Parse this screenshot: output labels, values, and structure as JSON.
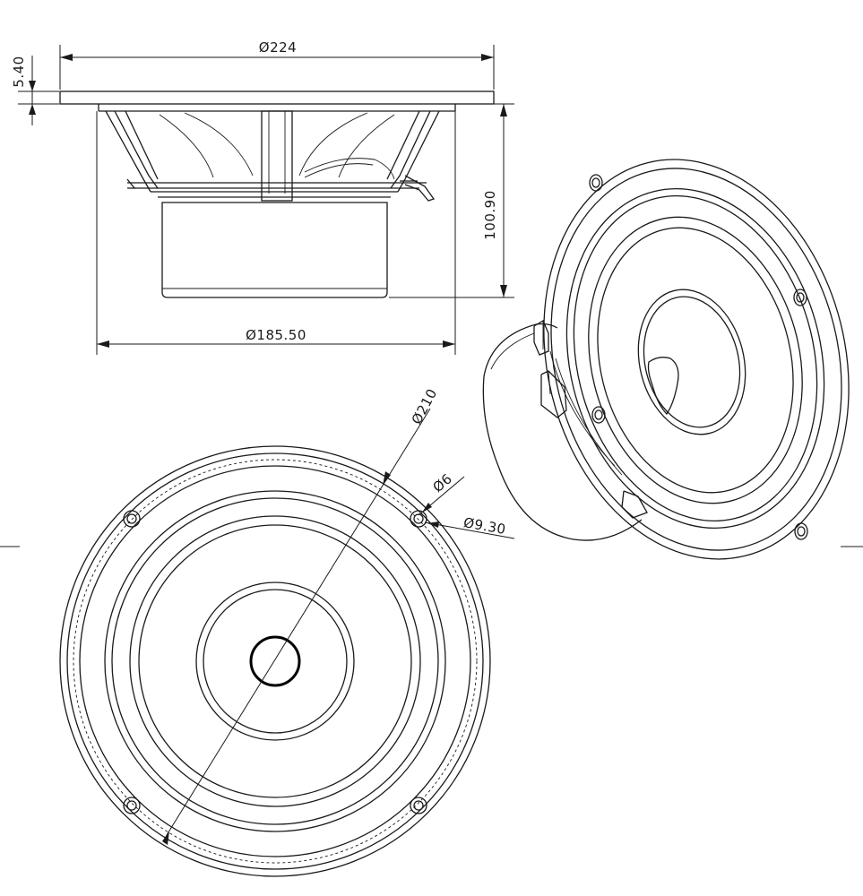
{
  "dimensions": {
    "flange_diameter": "Ø224",
    "flange_thickness": "5.40",
    "depth": "100.90",
    "body_diameter": "Ø185.50",
    "mounting_circle": "Ø210",
    "hole_diameter": "Ø6",
    "hole_outer_diameter": "Ø9.30"
  },
  "colors": {
    "line": "#1a1a1a",
    "background": "#ffffff"
  }
}
